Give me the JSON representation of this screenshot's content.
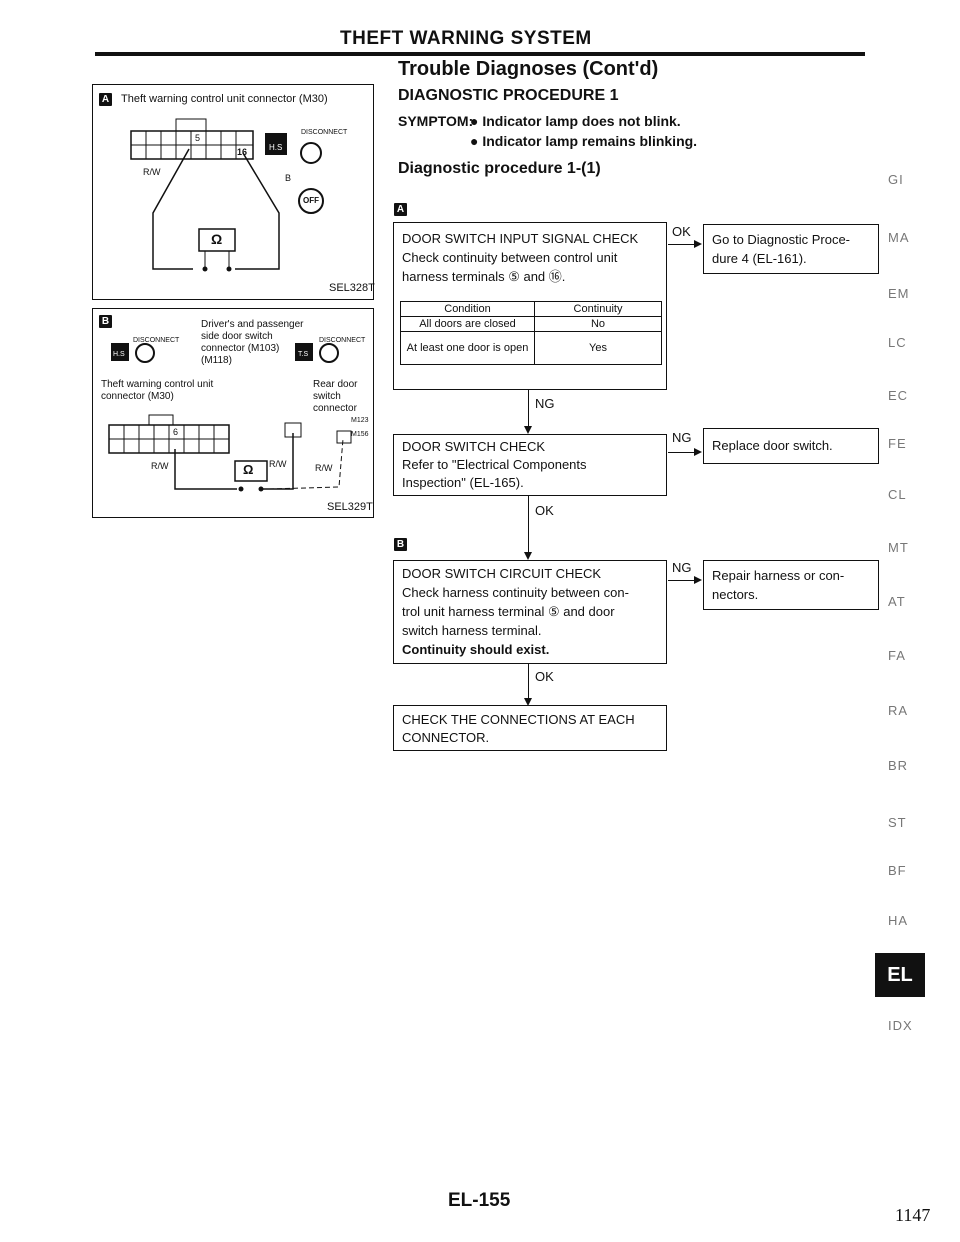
{
  "header": {
    "title": "THEFT WARNING SYSTEM"
  },
  "section": {
    "subtitle": "Trouble Diagnoses (Cont'd)",
    "procedure": "DIAGNOSTIC PROCEDURE 1",
    "symptom_label": "SYMPTOM:",
    "symptom_1": "● Indicator lamp does not blink.",
    "symptom_2": "● Indicator lamp remains blinking.",
    "diag": "Diagnostic procedure 1-(1)"
  },
  "badges": {
    "a": "A",
    "b": "B"
  },
  "diagram_a": {
    "caption": "Theft warning control unit connector (M30)",
    "pin_5": "5",
    "pin_16": "16",
    "wire_rw": "R/W",
    "wire_b": "B",
    "disconnect": "DISCONNECT",
    "hs": "H.S",
    "off": "OFF",
    "ohm": "Ω",
    "code": "SEL328T"
  },
  "diagram_b": {
    "caption_top": "Driver's and passenger side door switch connector (M103) (M118)",
    "caption_left": "Theft warning control unit connector (M30)",
    "caption_right": "Rear door switch connector",
    "disconnect": "DISCONNECT",
    "hs": "H.S",
    "ts": "T.S",
    "pin_6": "6",
    "wire_rw": "R/W",
    "ohm": "Ω",
    "conn_m123": "M123",
    "conn_m156": "M156",
    "code": "SEL329T"
  },
  "flow": {
    "box1": {
      "title": "DOOR SWITCH INPUT SIGNAL CHECK",
      "line1": "Check continuity between control unit",
      "line2": "harness terminals ⑤ and ⑯.",
      "table_headers": [
        "Condition",
        "Continuity"
      ],
      "table_rows": [
        [
          "All doors are closed",
          "No"
        ],
        [
          "At least one door is open",
          "Yes"
        ]
      ]
    },
    "ok1": "OK",
    "side1": {
      "line1": "Go to Diagnostic Proce-",
      "line2": "dure 4 (EL-161)."
    },
    "ng1": "NG",
    "box2": {
      "title": "DOOR SWITCH CHECK",
      "line1": "Refer to \"Electrical Components",
      "line2": "Inspection\" (EL-165)."
    },
    "ng2": "NG",
    "side2": {
      "line1": "Replace door switch."
    },
    "ok2": "OK",
    "box3": {
      "title": "DOOR SWITCH CIRCUIT CHECK",
      "line1": "Check harness continuity between con-",
      "line2": "trol unit harness terminal ⑤ and door",
      "line3": "switch harness terminal.",
      "line4": "Continuity should exist."
    },
    "ng3": "NG",
    "side3": {
      "line1": "Repair harness or con-",
      "line2": "nectors."
    },
    "ok3": "OK",
    "box4": {
      "line1": "CHECK THE CONNECTIONS AT EACH",
      "line2": "CONNECTOR."
    }
  },
  "sidebar": [
    "GI",
    "MA",
    "EM",
    "LC",
    "EC",
    "FE",
    "CL",
    "MT",
    "AT",
    "FA",
    "RA",
    "BR",
    "ST",
    "BF",
    "HA",
    "EL",
    "IDX"
  ],
  "footer": {
    "page": "EL-155",
    "number": "1147"
  }
}
